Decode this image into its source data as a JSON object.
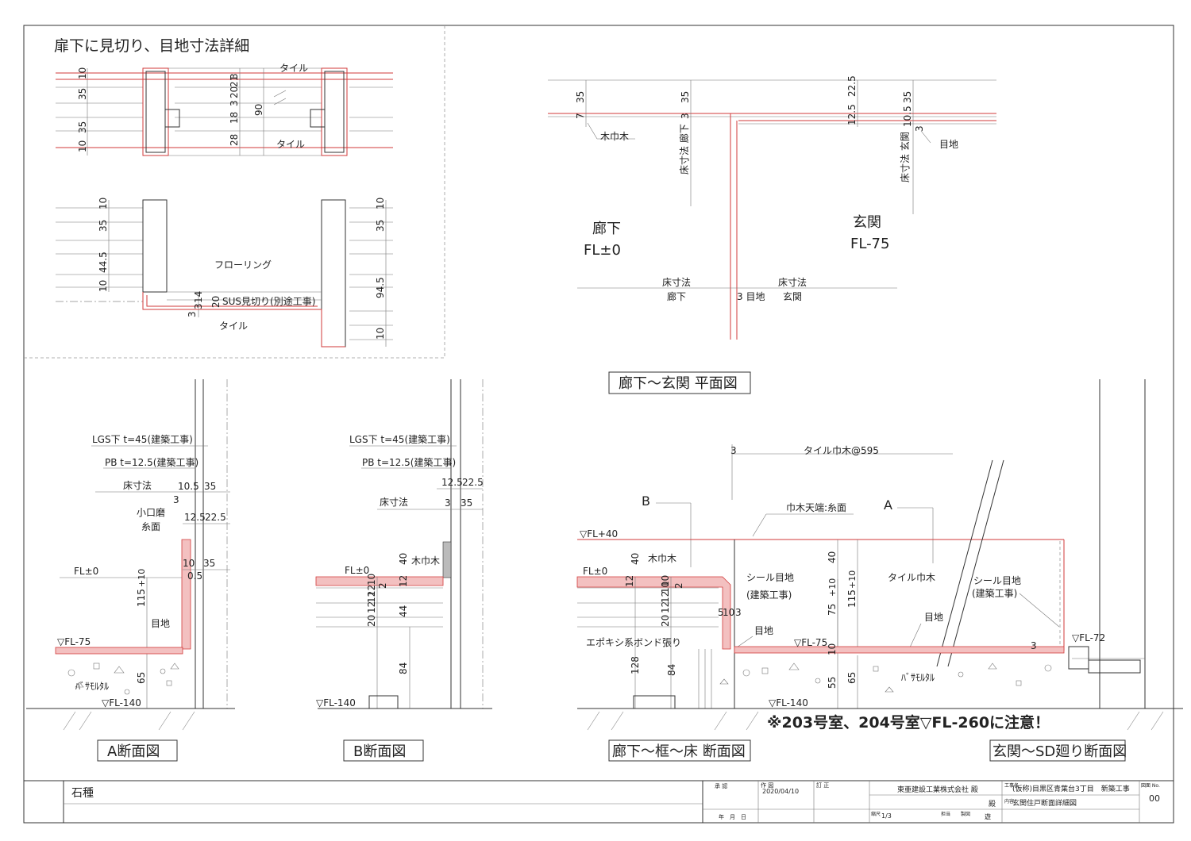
{
  "detail": {
    "title": "扉下に見切り、目地寸法詳細",
    "tile_top": "タイル",
    "tile_mid": "タイル",
    "tile_bottom": "タイル",
    "flooring": "フローリング",
    "sus": "SUS見切り(別途工事)",
    "top_dims_left": [
      "10",
      "35",
      "35",
      "10"
    ],
    "top_dims_mid": [
      "3",
      "21",
      "20",
      "3",
      "18",
      "28"
    ],
    "top_dim_90": "90",
    "bot_dims_left": [
      "10",
      "35",
      "44.5",
      "10"
    ],
    "bot_dims_mid": [
      "3",
      "3",
      "14",
      "20"
    ],
    "bot_dims_right": [
      "10",
      "35",
      "94.5",
      "10"
    ]
  },
  "plan": {
    "dims_left": [
      "35",
      "7"
    ],
    "dims_mid": [
      "35",
      "3"
    ],
    "dims_right_a": [
      "22.5",
      "12.5"
    ],
    "dims_right_b": [
      "35",
      "10.5",
      "3"
    ],
    "kihaba": "木巾木",
    "mejichi": "目地",
    "floor_dim_rouka_v": "床寸法 廊下",
    "floor_dim_genkan_v": "床寸法 玄関",
    "rouka": "廊下",
    "rouka_fl": "FL±0",
    "genkan": "玄関",
    "genkan_fl": "FL-75",
    "floor_dim_left_1": "床寸法",
    "floor_dim_left_2": "廊下",
    "floor_dim_right_1": "床寸法",
    "floor_dim_right_2": "玄関",
    "center_dim": "3 目地",
    "label": "廊下～玄関 平面図"
  },
  "secA": {
    "lgs": "LGS下 t=45(建築工事)",
    "pb": "PB t=12.5(建築工事)",
    "floor_dim": "床寸法",
    "dims": [
      "10.5",
      "35",
      "3",
      "12.5",
      "22.5",
      "10",
      "35",
      "0.5"
    ],
    "koguchi_1": "小口磨",
    "koguchi_2": "糸面",
    "fl0": "FL±0",
    "dim_115": "115",
    "dim_115_sup": "+10",
    "mejichi": "目地",
    "fl75": "▽FL-75",
    "basamortar": "ﾊﾞｻﾓﾙﾀﾙ",
    "dim_65": "65",
    "fl140": "▽FL-140",
    "label": "A断面図"
  },
  "secB": {
    "lgs": "LGS下 t=45(建築工事)",
    "pb": "PB t=12.5(建築工事)",
    "dims_top": [
      "12.5",
      "22.5"
    ],
    "floor_dim": "床寸法",
    "dims_mid": [
      "3",
      "35"
    ],
    "dim_40": "40",
    "kihaba": "木巾木",
    "fl0": "FL±0",
    "dims_v1": [
      "10",
      "12",
      "2"
    ],
    "dim_12": "12",
    "dims_v2": [
      "20",
      "12",
      "12"
    ],
    "dim_44": "44",
    "dim_84": "84",
    "fl140": "▽FL-140",
    "label": "B断面図"
  },
  "secC": {
    "dim_3": "3",
    "tile_habaki": "タイル巾木@595",
    "b": "B",
    "a": "A",
    "habaki_tenba": "巾木天端:糸面",
    "fl40": "▽FL+40",
    "dim_40a": "40",
    "kihaba": "木巾木",
    "fl0": "FL±0",
    "seal_1": "シール目地",
    "seal_2": "(建築工事)",
    "dim_40b": "40",
    "dim_115": "115",
    "dim_115_sup": "+10",
    "tile_habaki2": "タイル巾木",
    "seal_r1": "シール目地",
    "seal_r2": "(建築工事)",
    "dims_v1": [
      "12",
      "10",
      "2"
    ],
    "dims_v2": [
      "20",
      "12",
      "12",
      "10"
    ],
    "dim_75": "75",
    "dim_75_sup": "+10",
    "dims_small": [
      "5",
      "10",
      "3"
    ],
    "epoxy": "エポキシ系ボンド張り",
    "mejichi_a": "目地",
    "mejichi_b": "目地",
    "fl75": "▽FL-75",
    "fl72": "▽FL-72",
    "dim_10": "10",
    "dim_3b": "3",
    "dim_128": "128",
    "dim_84": "84",
    "dim_55": "55",
    "dim_65": "65",
    "basamortar": "ﾊﾞｻﾓﾙﾀﾙ",
    "fl140": "▽FL-140",
    "warning": "※203号室、204号室▽FL-260に注意！",
    "label_c": "廊下～框～床 断面図",
    "label_d": "玄関～SD廻り断面図"
  },
  "titleblock": {
    "stone": "石種",
    "approve": "承 認",
    "draw": "作 図",
    "date": "2020/04/10",
    "revise": "訂 正",
    "company": "東亜建設工業株式会社 殿",
    "koji_label": "工事名",
    "project": "(仮称)目黒区青葉台3丁目　新築工事",
    "tono": "殿",
    "naiyo_label": "内容",
    "content": "玄関住戸断面詳細図",
    "drawing_no_label": "図面 No.",
    "drawing_no": "00",
    "ymd": "年　月　日",
    "scale_label": "縮尺",
    "scale": "1/3",
    "tanto": "担当",
    "seizu": "製図",
    "yu": "遊"
  }
}
